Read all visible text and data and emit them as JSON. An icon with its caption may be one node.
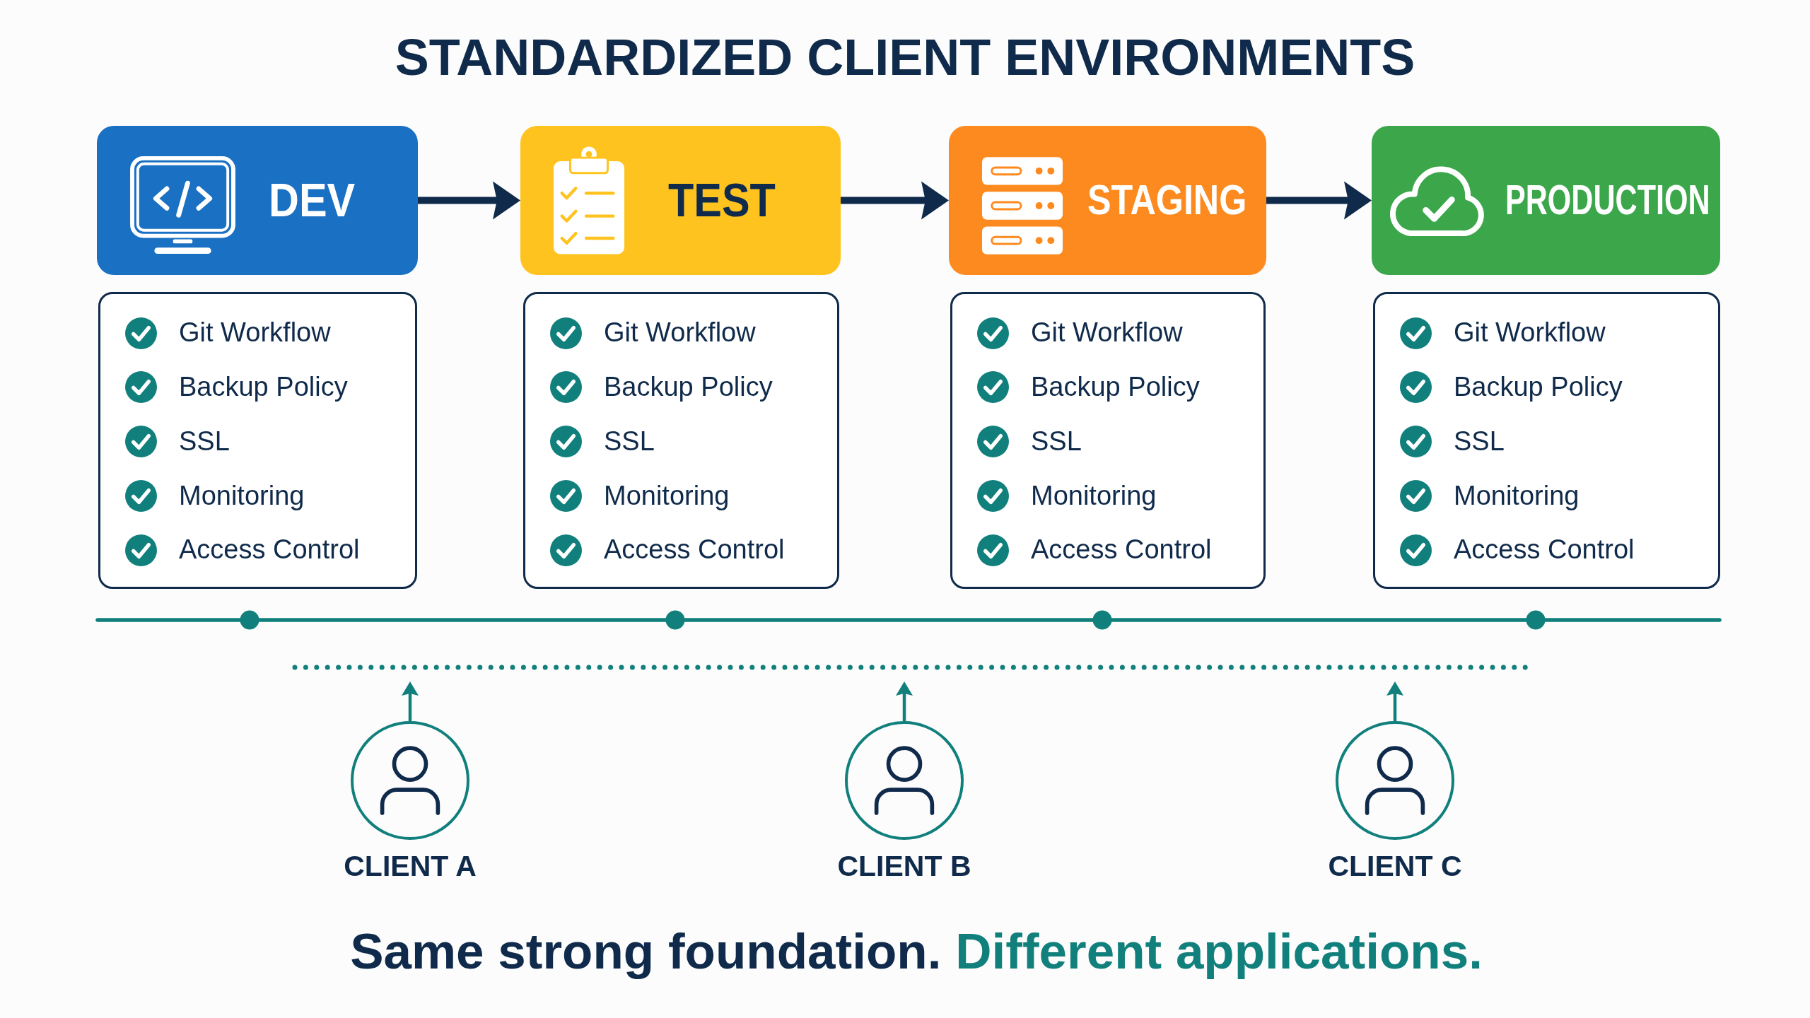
{
  "diagram": {
    "title": "STANDARDIZED CLIENT ENVIRONMENTS",
    "caption": "Same strong foundation.",
    "nodes": [
      {
        "text": [
          "DEV"
        ]
      },
      {
        "text": [
          "Git Workflow",
          "Backup Policy",
          "SSL",
          "Monitoring",
          "Access Control"
        ]
      },
      {
        "text": [
          "TEST"
        ]
      },
      {
        "text": [
          "Git Workflow",
          "Backup Policy",
          "SSL",
          "Monitoring",
          "Access Control"
        ]
      },
      {
        "text": [
          "STAGING"
        ]
      },
      {
        "text": [
          "Git Workflow",
          "Backup Policy",
          "SSL",
          "Monitoring",
          "Access Control"
        ]
      },
      {
        "text": [
          "PRODUCTION"
        ]
      },
      {
        "text": [
          "Git Workflow",
          "Backup Policy",
          "SSL",
          "Monitoring",
          "Access Control"
        ]
      },
      {
        "text": [
          "CLIENT A"
        ]
      },
      {
        "text": [
          "CLIENT B"
        ]
      },
      {
        "text": [
          "CLIENT C"
        ]
      }
    ],
    "edges": [
      {
        "from": 0,
        "to": 2,
        "arrow": "to"
      },
      {
        "from": 2,
        "to": 4,
        "arrow": "to"
      },
      {
        "from": 4,
        "to": 6,
        "arrow": "to"
      },
      {
        "from": 8,
        "to": null,
        "arrow": "to",
        "color": "#11807c"
      },
      {
        "from": 9,
        "to": null,
        "arrow": "to",
        "color": "#11807c"
      },
      {
        "from": 10,
        "to": null,
        "arrow": "to",
        "color": "#11807c"
      }
    ],
    "labels": [
      "Different applications."
    ]
  }
}
